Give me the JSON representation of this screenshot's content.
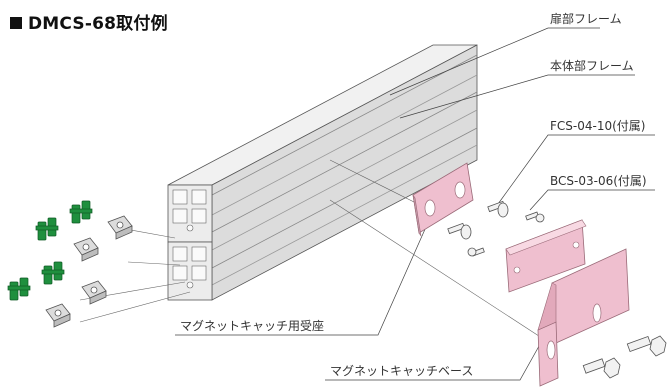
{
  "title": "DMCS-68取付例",
  "labels": {
    "door_frame": "扉部フレーム",
    "body_frame": "本体部フレーム",
    "fcs": "FCS-04-10(付属)",
    "bcs": "BCS-03-06(付属)",
    "seat": "マグネットキャッチ用受座",
    "base": "マグネットキャッチベース"
  },
  "colors": {
    "pink": "#efbfcf",
    "pink_edge": "#9a6a78",
    "aluminum": "#e4e4e4",
    "green": "#1f8f3e"
  }
}
